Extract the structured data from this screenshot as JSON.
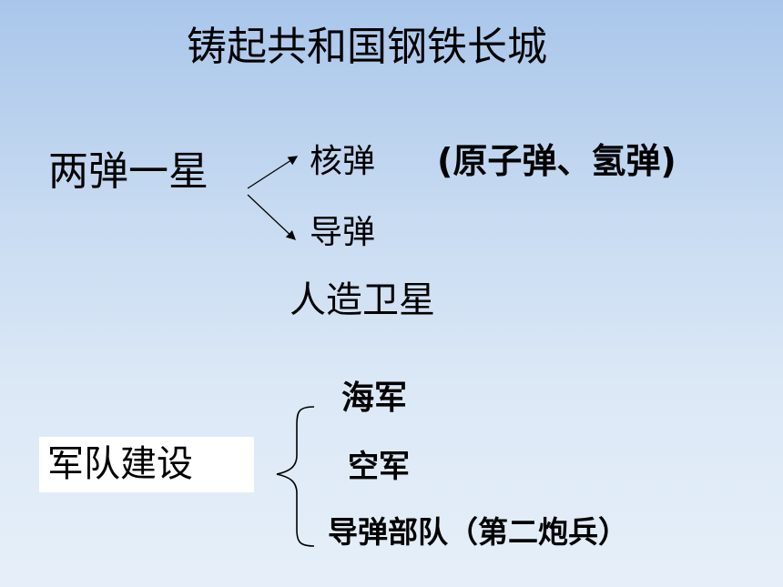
{
  "slide": {
    "title": "铸起共和国钢铁长城",
    "liangdanyixing": {
      "label": "两弹一星",
      "hedan": "核弹",
      "hedan_note": "(原子弹、氢弹)",
      "daodan": "导弹",
      "weixing": "人造卫星"
    },
    "jundui": {
      "label": "军队建设",
      "haijun": "海军",
      "kongjun": "空军",
      "daodanbudui": "导弹部队（第二炮兵）"
    }
  }
}
